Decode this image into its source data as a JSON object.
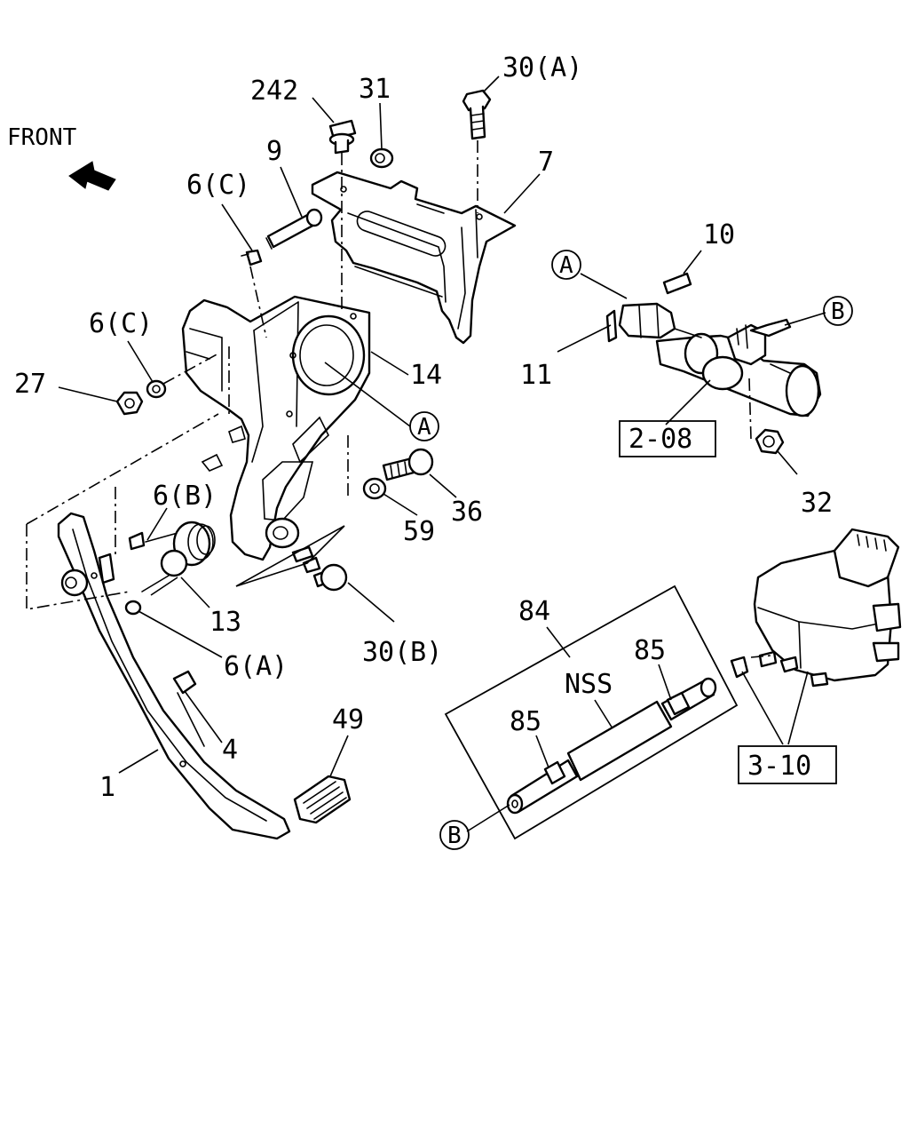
{
  "diagram": {
    "front_label": "FRONT",
    "callouts": {
      "c242": "242",
      "c31": "31",
      "c30a": "30(A)",
      "c9": "9",
      "c7": "7",
      "c6c_top": "6(C)",
      "c6c_left": "6(C)",
      "c27": "27",
      "c14": "14",
      "c_a_mid": "A",
      "c6b": "6(B)",
      "c13": "13",
      "c6a": "6(A)",
      "c36": "36",
      "c59": "59",
      "c30b": "30(B)",
      "c4": "4",
      "c1": "1",
      "c49": "49",
      "c10": "10",
      "c_a_right": "A",
      "c_b_right": "B",
      "c11": "11",
      "c2_08": "2-08",
      "c32": "32",
      "c84": "84",
      "c85_top": "85",
      "c_nss": "NSS",
      "c85_left": "85",
      "c_b_bottom": "B",
      "c3_10": "3-10"
    }
  }
}
